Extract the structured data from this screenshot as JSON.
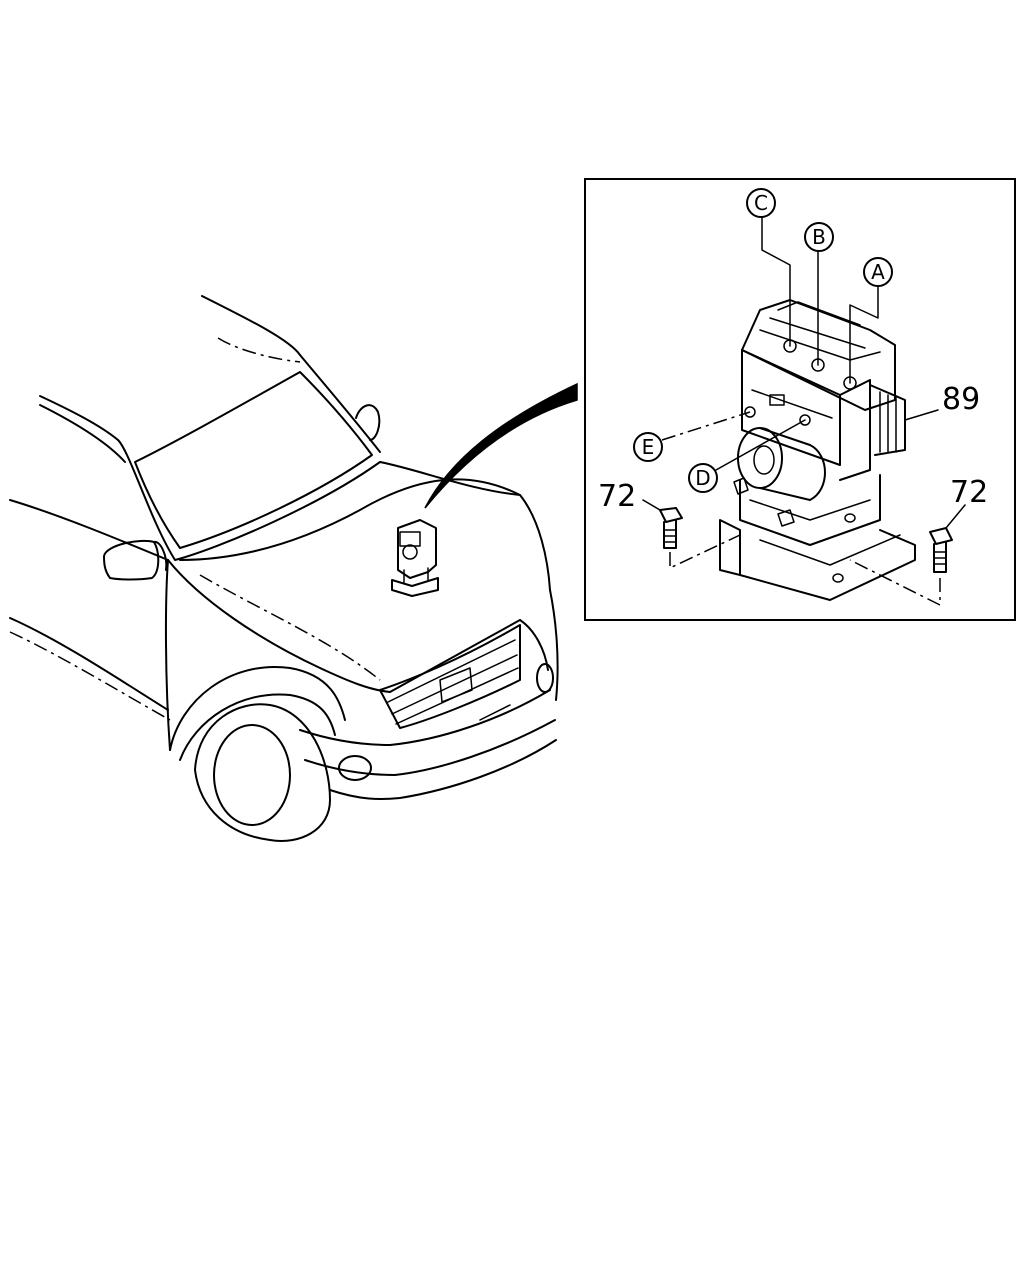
{
  "callouts": {
    "a": "A",
    "b": "B",
    "c": "C",
    "d": "D",
    "e": "E"
  },
  "parts": {
    "hydraulic_unit": "89",
    "bolt_left": "72",
    "bolt_right": "72"
  },
  "colors": {
    "line": "#000000",
    "background": "#ffffff"
  }
}
